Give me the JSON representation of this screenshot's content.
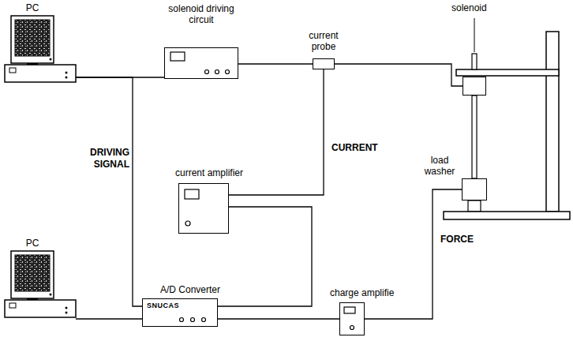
{
  "diagram": {
    "nodes": [
      {
        "text": [
          "PC"
        ]
      },
      {
        "text": [
          "solenoid driving circuit"
        ]
      },
      {
        "text": [
          "current probe"
        ]
      },
      {
        "text": [
          "solenoid"
        ]
      },
      {
        "text": [
          "load washer"
        ]
      },
      {
        "text": [
          "current amplifier"
        ]
      },
      {
        "text": [
          "PC"
        ]
      },
      {
        "text": [
          "A/D Converter",
          "SNUCAS"
        ]
      },
      {
        "text": [
          "charge amplifie"
        ]
      }
    ],
    "edges": [
      {
        "from": 0,
        "to": 1,
        "arrow": "none"
      },
      {
        "from": 1,
        "to": 2,
        "arrow": "none"
      },
      {
        "from": 2,
        "to": 3,
        "arrow": "none"
      },
      {
        "from": 2,
        "to": 5,
        "label": "CURRENT",
        "arrow": "none"
      },
      {
        "from": 5,
        "to": 7,
        "arrow": "none"
      },
      {
        "from": 0,
        "to": 7,
        "label": "DRIVING SIGNAL",
        "arrow": "none"
      },
      {
        "from": 4,
        "to": 8,
        "label": "FORCE",
        "arrow": "none"
      },
      {
        "from": 8,
        "to": 7,
        "arrow": "none"
      },
      {
        "from": 6,
        "to": 7,
        "arrow": "none"
      }
    ]
  }
}
